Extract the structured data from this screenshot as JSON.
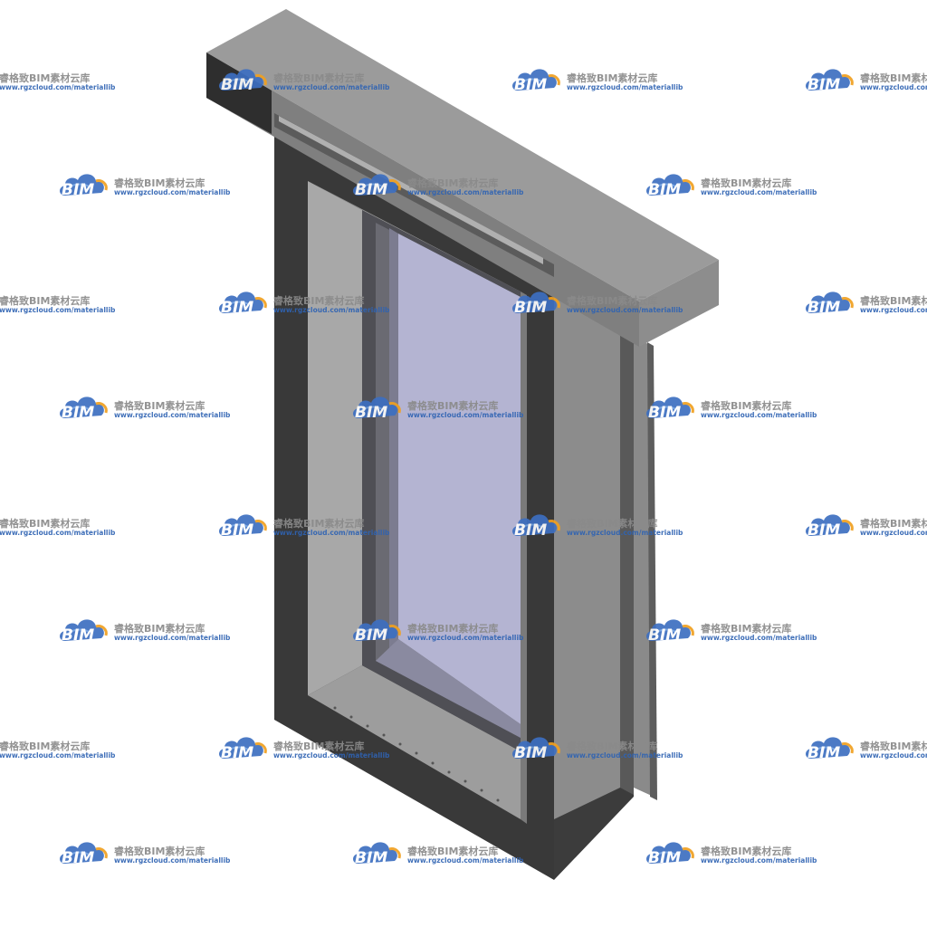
{
  "watermark": {
    "brand": "BIM",
    "title": "睿格致BIM素材云库",
    "url": "www.rgzcloud.com/materiallib",
    "colors": {
      "cloud_blue": "#3d6fc1",
      "cloud_light": "#6f9fe0",
      "accent_orange": "#f0a020",
      "title_gray": "#8a8a8a",
      "url_blue": "#2f63b3"
    }
  },
  "model": {
    "subject": "window-with-lintel-3d",
    "colors": {
      "frame_dark": "#3a3a3a",
      "frame_side": "#2c2c2c",
      "lintel_top": "#9a9a9a",
      "lintel_front": "#7e7e7e",
      "lintel_side": "#8c8c8c",
      "reveal_light": "#a9a9a9",
      "reveal_mid": "#8e8e8e",
      "reveal_dark": "#6b6b6b",
      "glass": "#b4b4d2",
      "glass_frame": "#5e5e66",
      "edge": "#000000"
    }
  }
}
